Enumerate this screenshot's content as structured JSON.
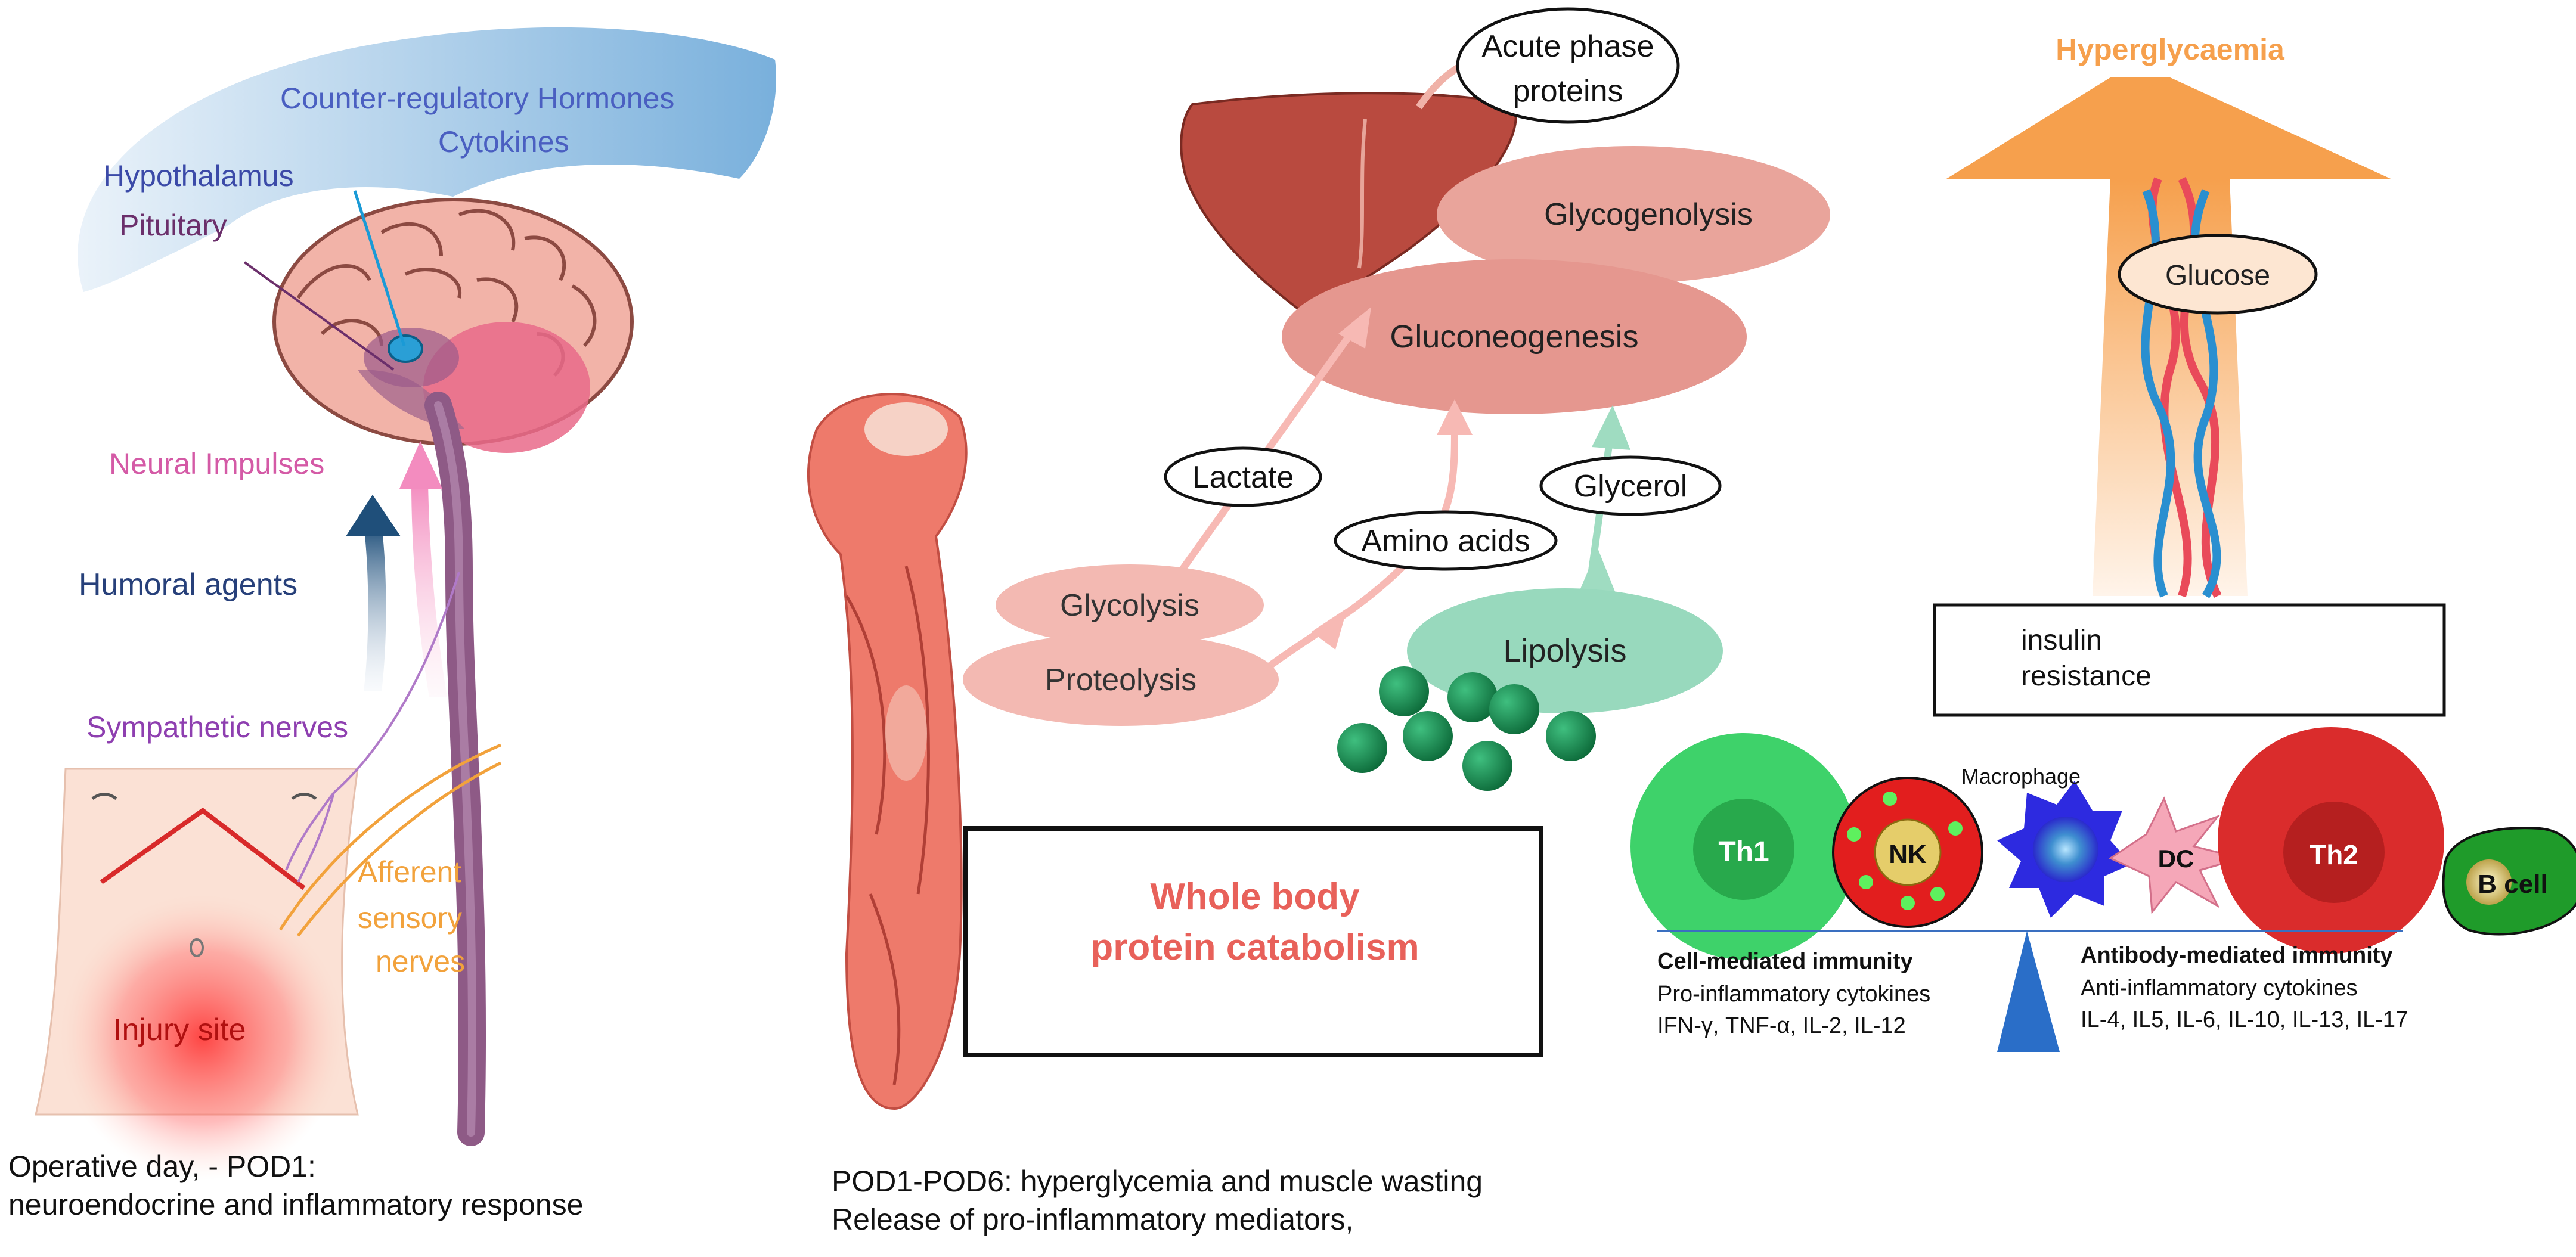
{
  "panel1": {
    "hormones_line1": "Counter-regulatory Hormones",
    "hormones_line2": "Cytokines",
    "hypothalamus": "Hypothalamus",
    "pituitary": "Pituitary",
    "neural_impulses": "Neural Impulses",
    "humoral_agents": "Humoral agents",
    "sympathetic_nerves": "Sympathetic nerves",
    "afferent_line1": "Afferent",
    "afferent_line2": "sensory",
    "afferent_line3": "nerves",
    "injury_site": "Injury site",
    "caption_line1": "Operative day, - POD1:",
    "caption_line2": "neuroendocrine and inflammatory response"
  },
  "panel2": {
    "acute_phase_line1": "Acute phase",
    "acute_phase_line2": "proteins",
    "glycogenolysis": "Glycogenolysis",
    "gluconeogenesis": "Gluconeogenesis",
    "lactate": "Lactate",
    "glycerol": "Glycerol",
    "amino_acids": "Amino acids",
    "glycolysis": "Glycolysis",
    "proteolysis": "Proteolysis",
    "lipolysis": "Lipolysis",
    "catabolism_line1": "Whole body",
    "catabolism_line2": "protein catabolism",
    "caption_line1": "POD1-POD6: hyperglycemia and muscle wasting",
    "caption_line2": "Release of pro-inflammatory mediators,"
  },
  "panel3": {
    "hyperglycaemia": "Hyperglycaemia",
    "glucose": "Glucose",
    "insulin_line1": "insulin",
    "insulin_line2": "resistance",
    "th1": "Th1",
    "nk": "NK",
    "macrophage": "Macrophage",
    "dc": "DC",
    "th2": "Th2",
    "bcell": "B cell",
    "cell_mediated_title": "Cell-mediated immunity",
    "cell_mediated_line1": "Pro-inflammatory cytokines",
    "cell_mediated_line2": "IFN-γ, TNF-α, IL-2, IL-12",
    "antibody_title": "Antibody-mediated immunity",
    "antibody_line1": "Anti-inflammatory cytokines",
    "antibody_line2": "IL-4, IL5, IL-6, IL-10, IL-13, IL-17"
  },
  "colors": {
    "hormone_blue": "#4a5fc1",
    "neural_pink": "#d45aa6",
    "humoral_navy": "#27407a",
    "sympathetic_purple": "#8e3fb0",
    "afferent_orange": "#f2a23c",
    "injury_red": "#e02020",
    "hyperglycaemia_orange": "#f6a04d",
    "catabolism_red": "#e8615a"
  }
}
